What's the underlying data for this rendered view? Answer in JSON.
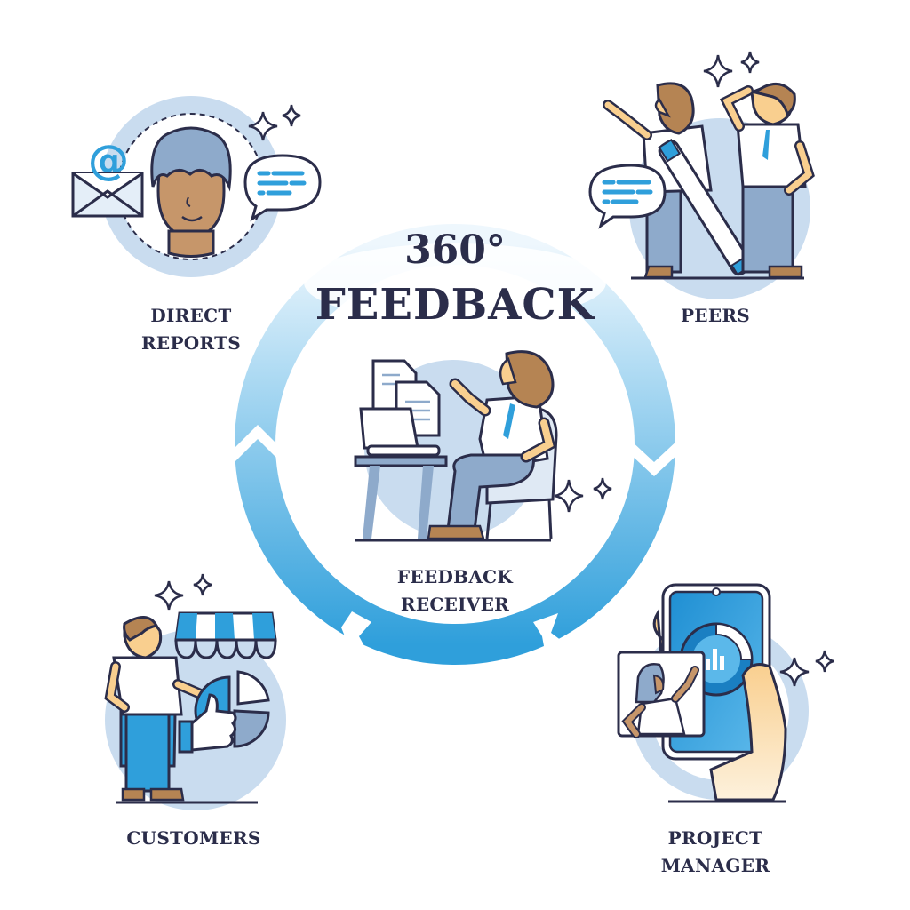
{
  "title": {
    "line1": "360°",
    "line2": "FEEDBACK"
  },
  "center": {
    "label_line1": "FEEDBACK",
    "label_line2": "RECEIVER"
  },
  "sources": [
    {
      "id": "direct-reports",
      "line1": "DIRECT",
      "line2": "REPORTS"
    },
    {
      "id": "peers",
      "line1": "PEERS",
      "line2": ""
    },
    {
      "id": "customers",
      "line1": "CUSTOMERS",
      "line2": ""
    },
    {
      "id": "project-manager",
      "line1": "PROJECT",
      "line2": "MANAGER"
    }
  ],
  "icons": {
    "at_symbol": "@"
  },
  "colors": {
    "ink": "#2b2d4a",
    "ring_light": "#cfe8f7",
    "ring_mid": "#7cc3ea",
    "ring_dark": "#2f9fdb",
    "accent_blue": "#2f9fdb",
    "bg_circle": "#c9dcef",
    "skin": "#f9cf8f",
    "skin_dark": "#c6966a",
    "hair": "#b58453",
    "pants": "#8eaacb"
  }
}
